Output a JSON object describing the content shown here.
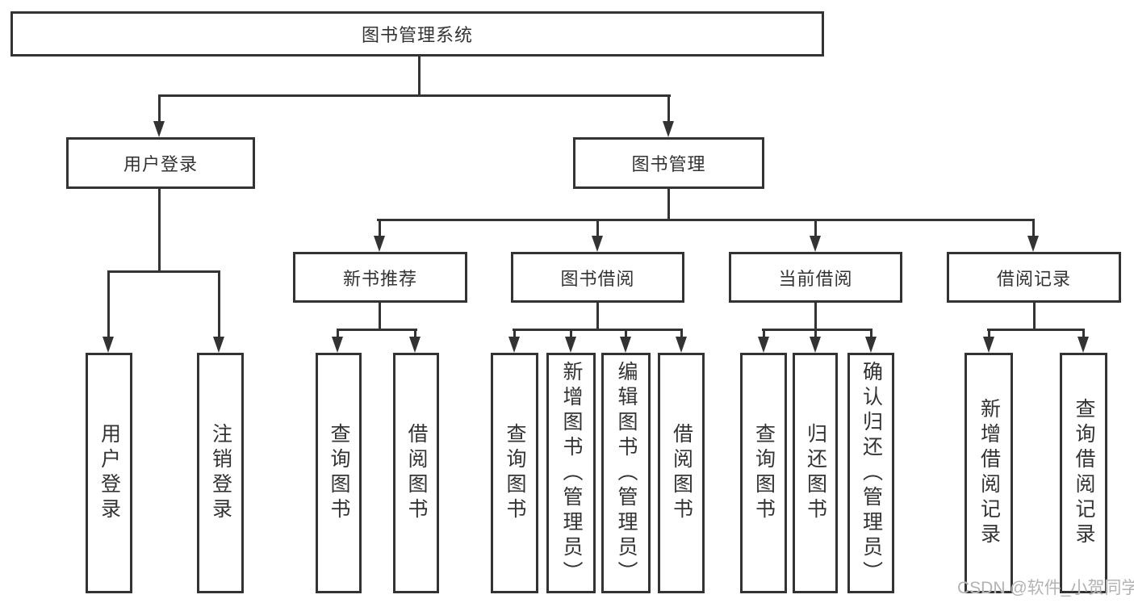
{
  "diagram": {
    "watermark": "CSDN @软件_小贺同学",
    "colors": {
      "line": "#333333",
      "box_border": "#333333",
      "box_fill": "#ffffff",
      "text": "#333333",
      "watermark": "#b3b3b3"
    },
    "tree": {
      "root": {
        "label": "图书管理系统",
        "children": [
          {
            "label": "用户登录",
            "children": [
              {
                "label": "用户登录"
              },
              {
                "label": "注销登录"
              }
            ]
          },
          {
            "label": "图书管理",
            "children": [
              {
                "label": "新书推荐",
                "children": [
                  {
                    "label": "查询图书"
                  },
                  {
                    "label": "借阅图书"
                  }
                ]
              },
              {
                "label": "图书借阅",
                "children": [
                  {
                    "label": "查询图书"
                  },
                  {
                    "label": "新增图书（管理员）"
                  },
                  {
                    "label": "编辑图书（管理员）"
                  },
                  {
                    "label": "借阅图书"
                  }
                ]
              },
              {
                "label": "当前借阅",
                "children": [
                  {
                    "label": "查询图书"
                  },
                  {
                    "label": "归还图书"
                  },
                  {
                    "label": "确认归还（管理员）"
                  }
                ]
              },
              {
                "label": "借阅记录",
                "children": [
                  {
                    "label": "新增借阅记录"
                  },
                  {
                    "label": "查询借阅记录"
                  }
                ]
              }
            ]
          }
        ]
      }
    }
  }
}
